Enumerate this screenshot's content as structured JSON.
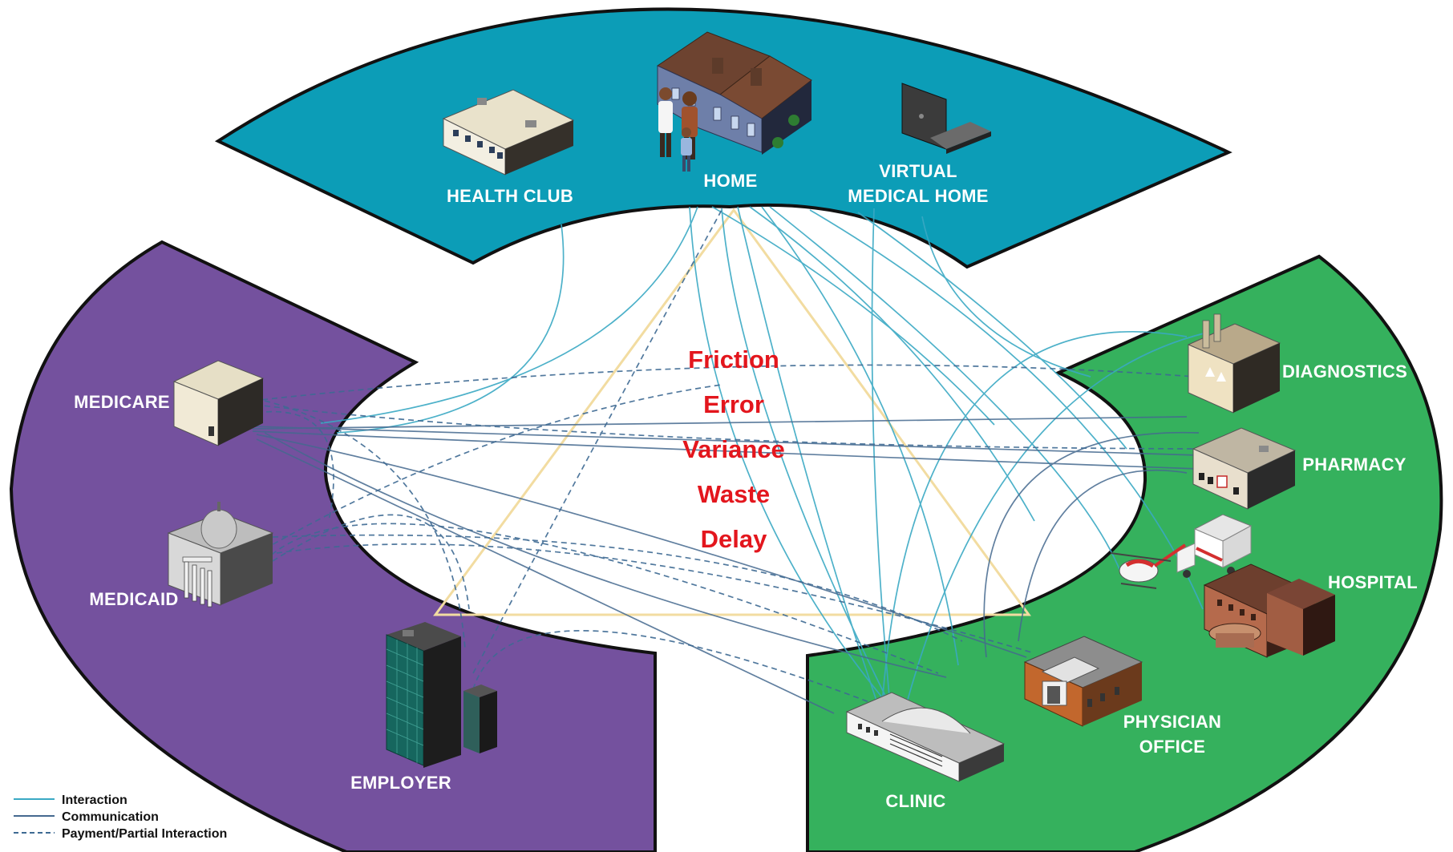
{
  "colors": {
    "top_band": "#0c9db7",
    "left_band": "#74519e",
    "right_band": "#35b15d",
    "center_words": "#e3161d",
    "triangle": "#f2dca1",
    "interaction": "#3aa9c4",
    "communication": "#45698f",
    "payment": "#3e6a93"
  },
  "center": {
    "words": [
      "Friction",
      "Error",
      "Variance",
      "Waste",
      "Delay"
    ]
  },
  "top": {
    "health_club": "HEALTH CLUB",
    "home": "HOME",
    "virtual_line1": "VIRTUAL",
    "virtual_line2": "MEDICAL HOME"
  },
  "left": {
    "medicare": "MEDICARE",
    "medicaid": "MEDICAID",
    "employer": "EMPLOYER"
  },
  "right": {
    "diagnostics": "DIAGNOSTICS",
    "pharmacy": "PHARMACY",
    "hospital": "HOSPITAL",
    "physician_line1": "PHYSICIAN",
    "physician_line2": "OFFICE",
    "clinic": "CLINIC"
  },
  "legend": {
    "interaction": "Interaction",
    "communication": "Communication",
    "payment": "Payment/Partial Interaction"
  },
  "icons": [
    "health-club-building-icon",
    "house-with-family-icon",
    "laptop-icon",
    "diagnostics-factory-icon",
    "pharmacy-building-icon",
    "ambulance-icon",
    "helicopter-icon",
    "hospital-building-icon",
    "physician-office-building-icon",
    "clinic-building-icon",
    "medicare-building-icon",
    "medicaid-capitol-icon",
    "employer-tower-icon"
  ]
}
